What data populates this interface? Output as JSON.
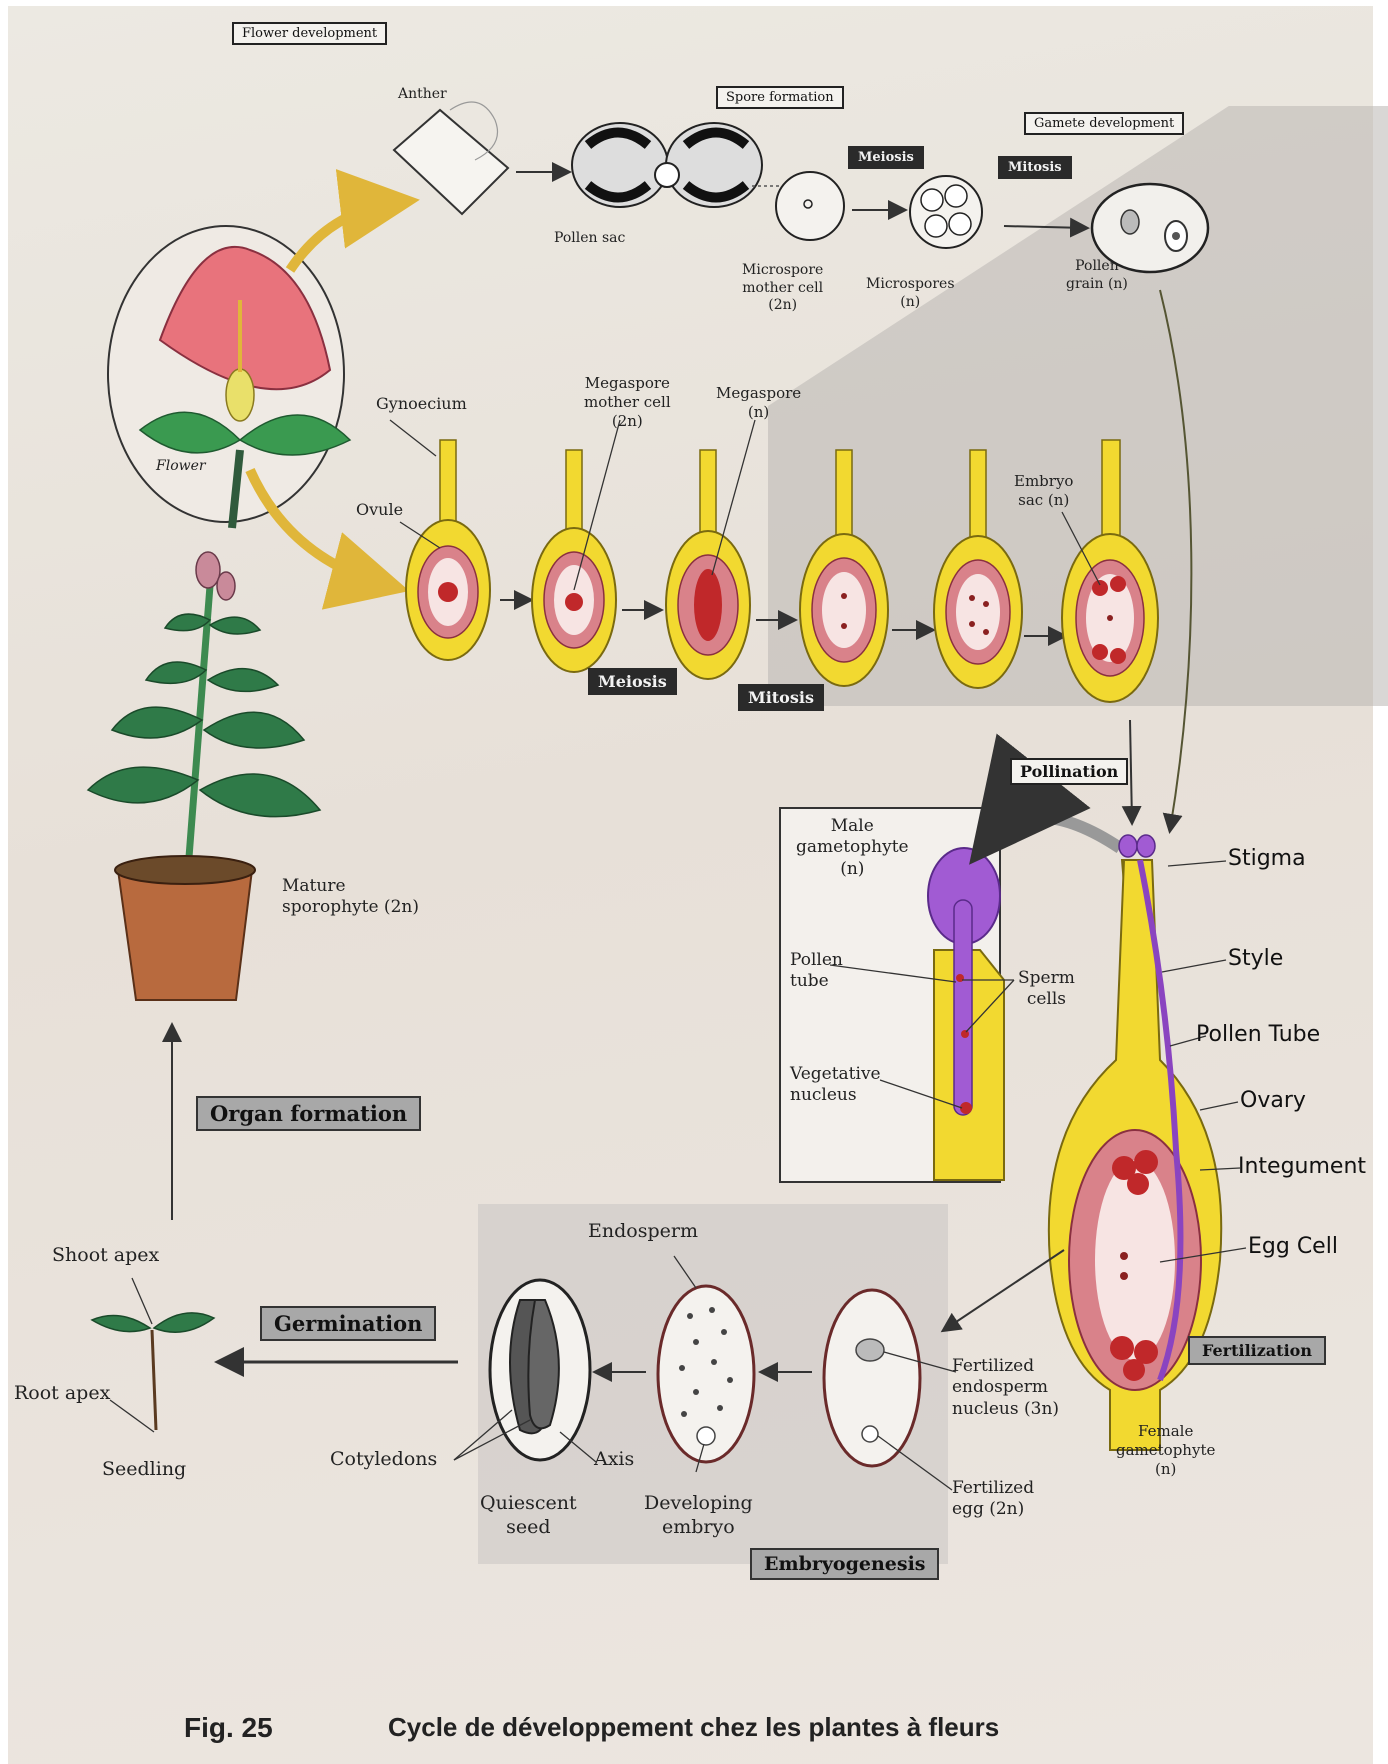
{
  "sections": {
    "flower_development": "Flower development",
    "spore_formation": "Spore formation",
    "gamete_development": "Gamete development",
    "meiosis_top": "Meiosis",
    "mitosis_top": "Mitosis",
    "meiosis_mid": "Meiosis",
    "mitosis_mid": "Mitosis",
    "pollination": "Pollination",
    "organ_formation": "Organ formation",
    "germination": "Germination",
    "fertilization": "Fertilization",
    "embryogenesis": "Embryogenesis"
  },
  "labels": {
    "anther": "Anther",
    "pollen_sac": "Pollen sac",
    "microspore_mother_cell": "Microspore\nmother cell\n(2n)",
    "microspores": "Microspores\n(n)",
    "pollen_grain": "Pollen\ngrain (n)",
    "flower": "Flower",
    "gynoecium": "Gynoecium",
    "ovule": "Ovule",
    "megaspore_mother_cell": "Megaspore\nmother cell\n(2n)",
    "megaspore": "Megaspore\n(n)",
    "embryo_sac": "Embryo\nsac (n)",
    "mature_sporophyte": "Mature\nsporophyte (2n)",
    "male_gametophyte": "Male\ngametophyte\n(n)",
    "pollen_tube_inset": "Pollen\ntube",
    "sperm_cells": "Sperm\ncells",
    "vegetative_nucleus": "Vegetative\nnucleus",
    "endosperm": "Endosperm",
    "fertilized_endosperm_nucleus": "Fertilized\nendosperm\nnucleus (3n)",
    "fertilized_egg": "Fertilized\negg (2n)",
    "female_gametophyte": "Female\ngametophyte\n(n)",
    "cotyledons": "Cotyledons",
    "axis": "Axis",
    "quiescent_seed": "Quiescent\nseed",
    "developing_embryo": "Developing\nembryo",
    "shoot_apex": "Shoot apex",
    "root_apex": "Root apex",
    "seedling": "Seedling"
  },
  "pistil_labels": {
    "stigma": "Stigma",
    "style": "Style",
    "pollen_tube": "Pollen Tube",
    "ovary": "Ovary",
    "integument": "Integument",
    "egg_cell": "Egg Cell"
  },
  "caption": {
    "fig": "Fig. 25",
    "title": "Cycle de développement chez les plantes à fleurs"
  },
  "colors": {
    "ovule_yellow": "#f2d930",
    "integument_pink": "#d9828a",
    "nucellus": "#f7e4e3",
    "cell_red": "#c0282a",
    "pollen_purple": "#a15bd3",
    "leaf_green": "#2f7a48",
    "petal_pink": "#e8737c",
    "pot_brown": "#b86a3e"
  }
}
